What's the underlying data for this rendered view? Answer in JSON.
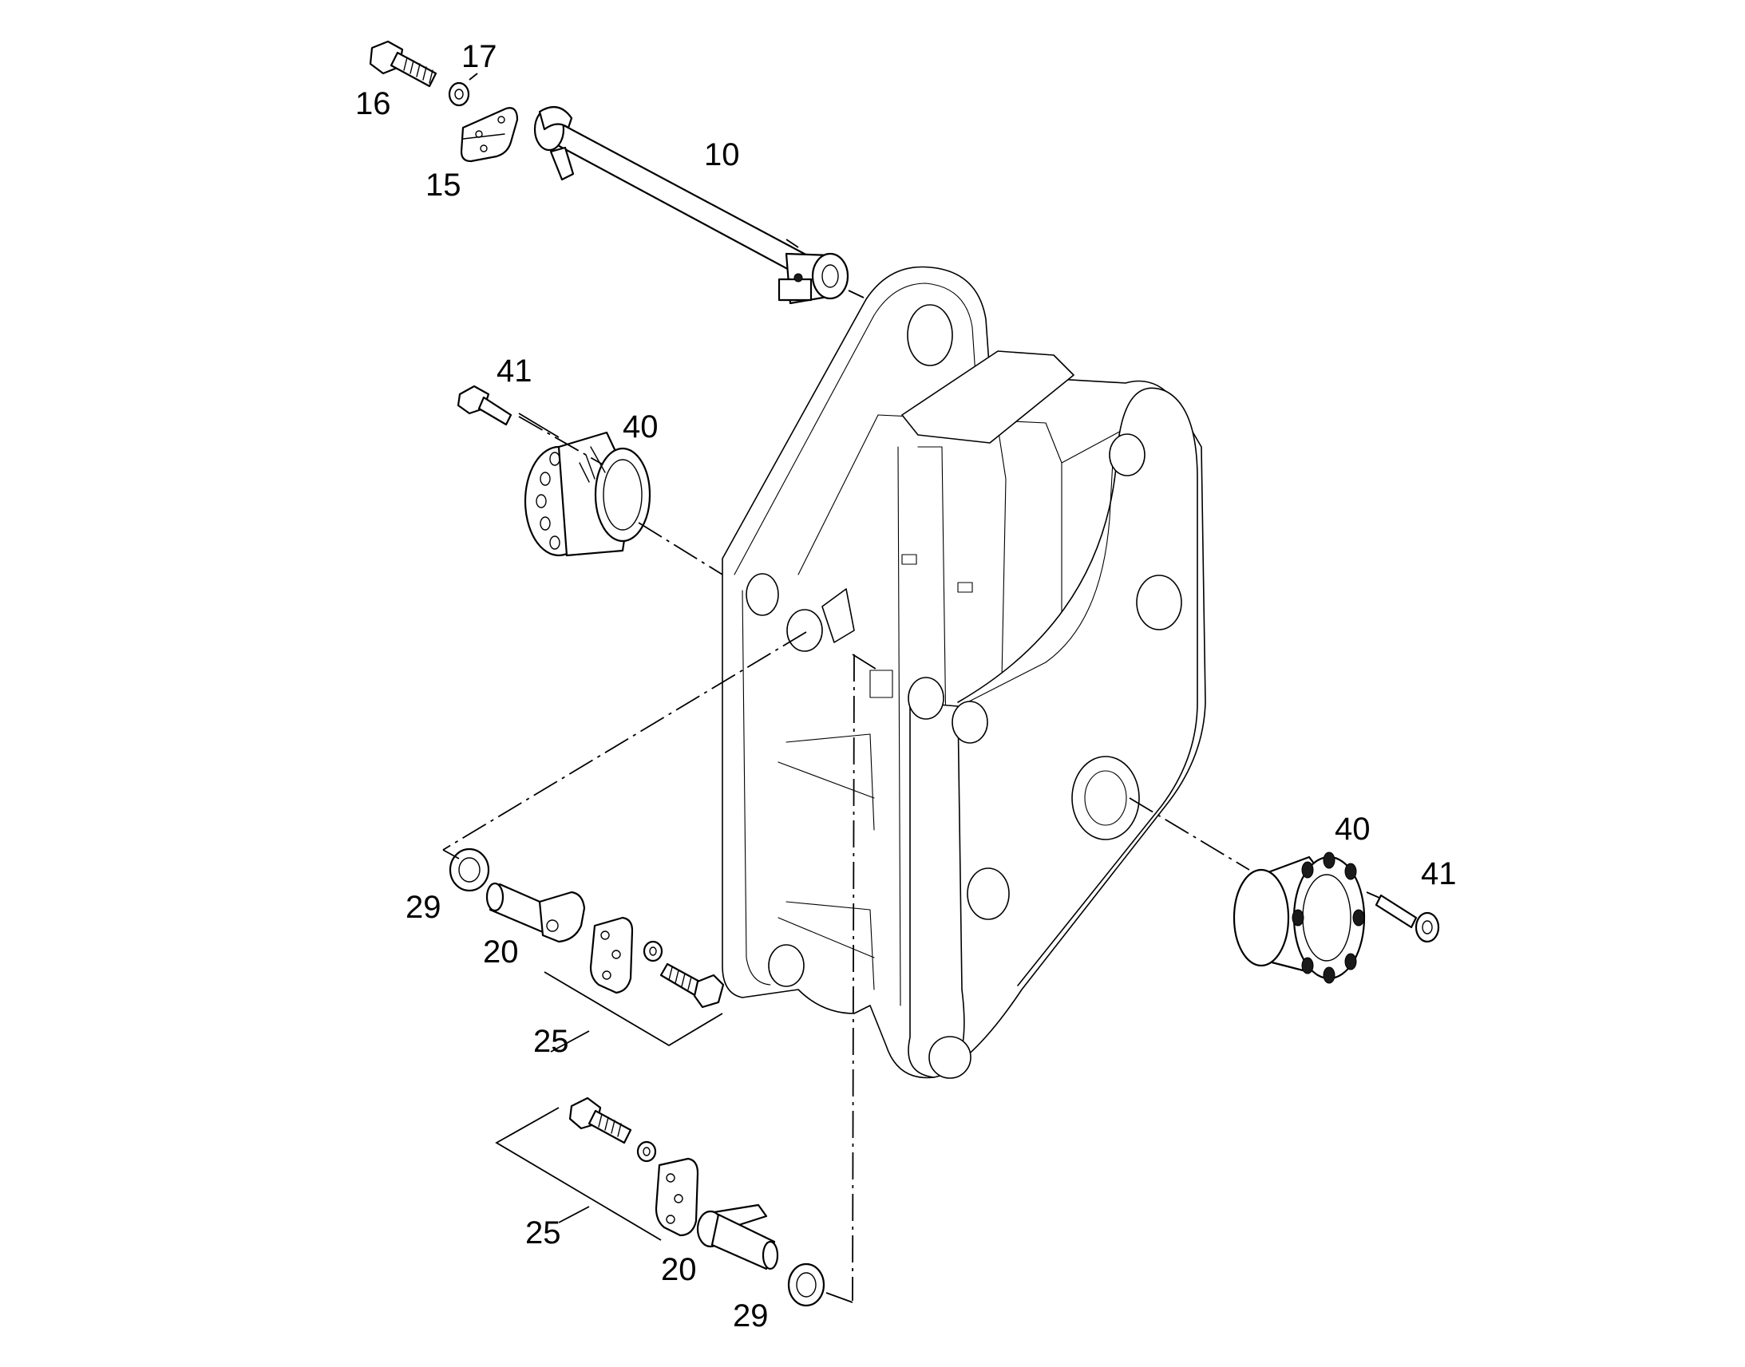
{
  "diagram": {
    "callouts": {
      "c10": "10",
      "c15": "15",
      "c16": "16",
      "c17": "17",
      "c20_upper": "20",
      "c20_lower": "20",
      "c25_upper": "25",
      "c25_lower": "25",
      "c29_upper": "29",
      "c29_lower": "29",
      "c40_left": "40",
      "c40_right": "40",
      "c41_left": "41",
      "c41_right": "41"
    }
  }
}
